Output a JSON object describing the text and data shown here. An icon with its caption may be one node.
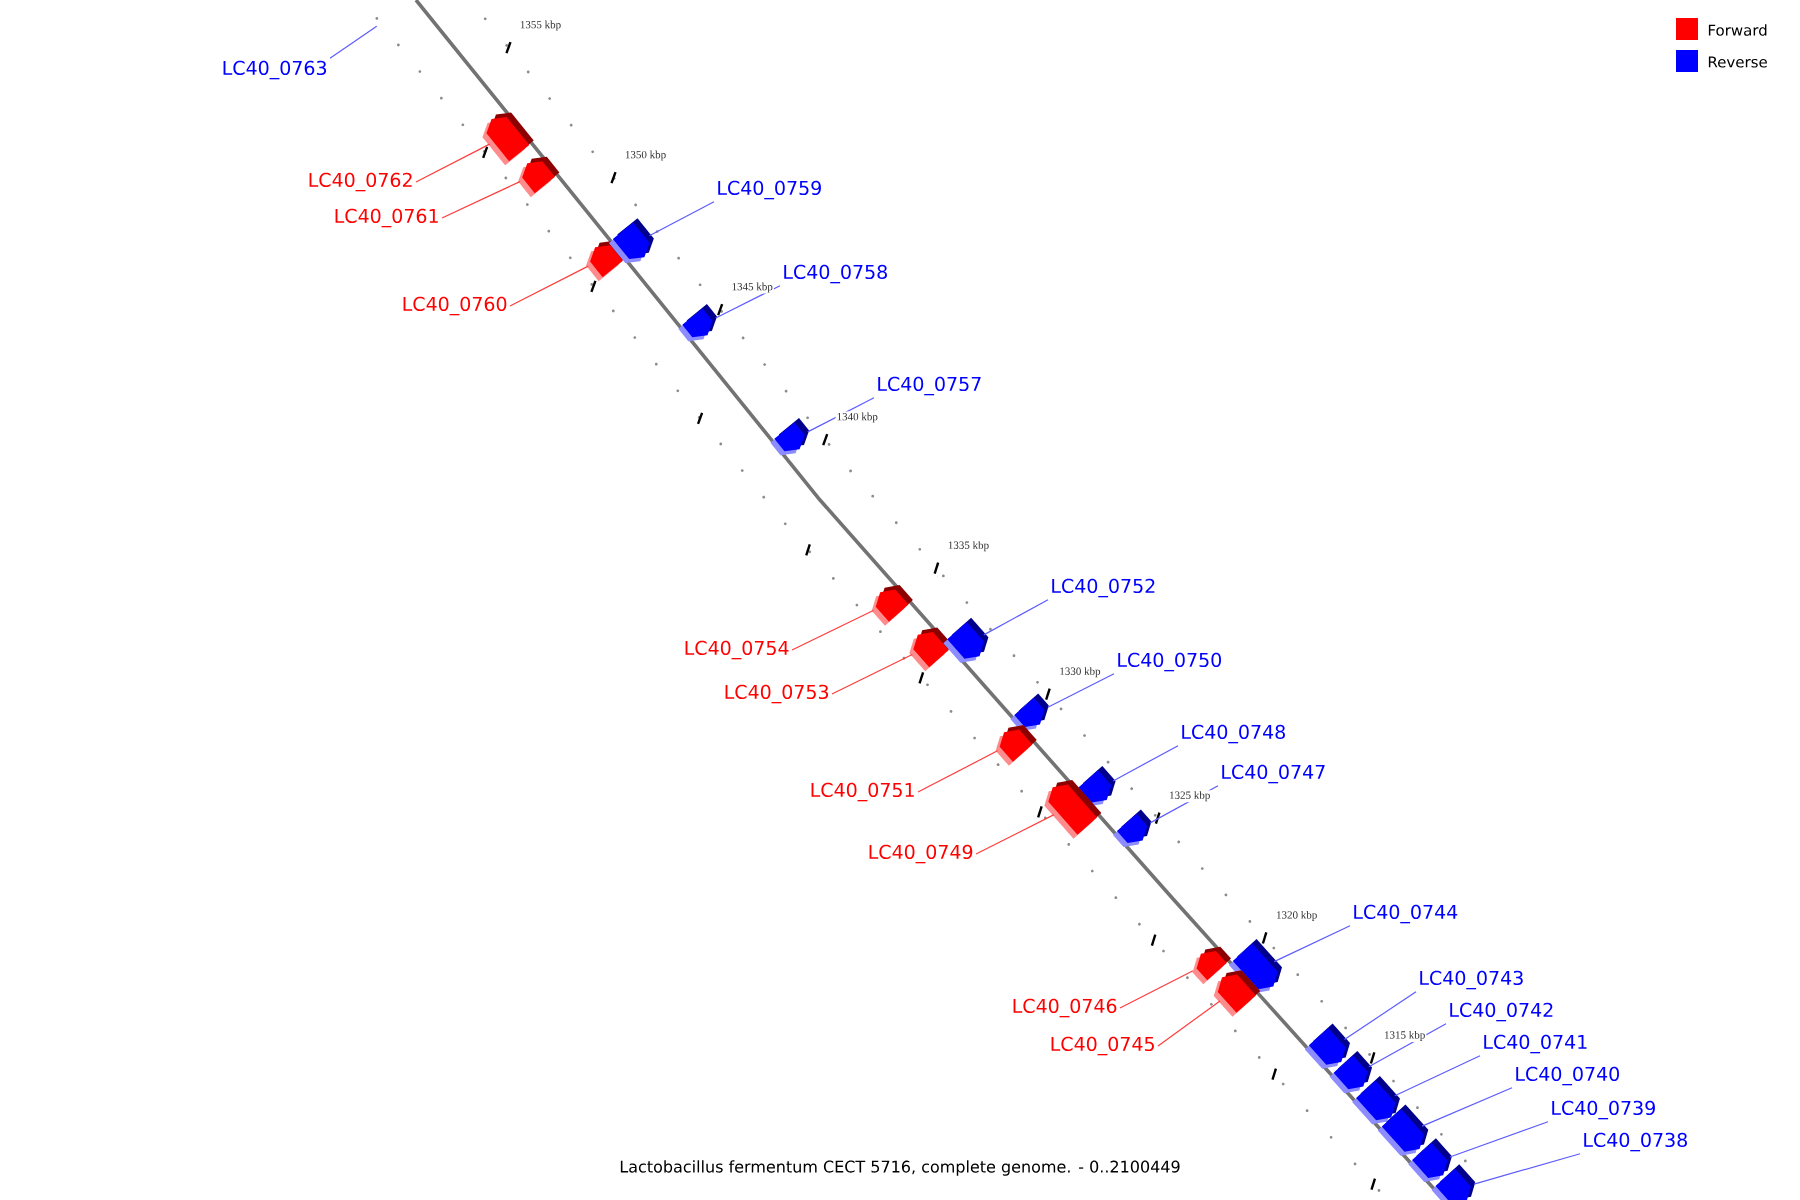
{
  "diagram": {
    "caption": "Lactobacillus fermentum CECT 5716, complete genome. - 0..2100449",
    "nodes": [
      {
        "text": [
          "LC40_0763"
        ]
      },
      {
        "text": [
          "LC40_0762"
        ]
      },
      {
        "text": [],
        "shape": "box"
      },
      {
        "text": [
          "LC40_0761"
        ]
      },
      {
        "text": [],
        "shape": "box"
      },
      {
        "text": [
          "LC40_0760"
        ]
      },
      {
        "text": [],
        "shape": "box"
      },
      {
        "text": [
          "LC40_0759"
        ]
      },
      {
        "text": [],
        "shape": "box"
      },
      {
        "text": [
          "LC40_0758"
        ]
      },
      {
        "text": [],
        "shape": "box"
      },
      {
        "text": [
          "LC40_0757"
        ]
      },
      {
        "text": [],
        "shape": "box"
      },
      {
        "text": [
          "LC40_0754"
        ]
      },
      {
        "text": [],
        "shape": "box"
      },
      {
        "text": [
          "LC40_0753"
        ]
      },
      {
        "text": [],
        "shape": "box"
      },
      {
        "text": [
          "LC40_0752"
        ]
      },
      {
        "text": [],
        "shape": "box"
      },
      {
        "text": [
          "LC40_0750"
        ]
      },
      {
        "text": [],
        "shape": "box"
      },
      {
        "text": [
          "LC40_0751"
        ]
      },
      {
        "text": [],
        "shape": "box"
      },
      {
        "text": [
          "LC40_0748"
        ]
      },
      {
        "text": [],
        "shape": "box"
      },
      {
        "text": [
          "LC40_0749"
        ]
      },
      {
        "text": [],
        "shape": "box"
      },
      {
        "text": [
          "LC40_0747"
        ]
      },
      {
        "text": [],
        "shape": "box"
      },
      {
        "text": [
          "LC40_0744"
        ]
      },
      {
        "text": [],
        "shape": "box"
      },
      {
        "text": [
          "LC40_0746"
        ]
      },
      {
        "text": [],
        "shape": "box"
      },
      {
        "text": [
          "LC40_0745"
        ]
      },
      {
        "text": [],
        "shape": "box"
      },
      {
        "text": [
          "LC40_0743"
        ]
      },
      {
        "text": [],
        "shape": "box"
      },
      {
        "text": [
          "LC40_0742"
        ]
      },
      {
        "text": [],
        "shape": "box"
      },
      {
        "text": [
          "LC40_0741"
        ]
      },
      {
        "text": [],
        "shape": "box"
      },
      {
        "text": [
          "LC40_0740"
        ]
      },
      {
        "text": [],
        "shape": "box"
      },
      {
        "text": [
          "LC40_0739"
        ]
      },
      {
        "text": [],
        "shape": "box"
      },
      {
        "text": [
          "LC40_0738"
        ]
      },
      {
        "text": [],
        "shape": "box"
      }
    ],
    "edges": [
      {
        "from": 0,
        "to": null,
        "arrow": "none",
        "color": "#5c5cff"
      },
      {
        "from": 1,
        "to": 2,
        "arrow": "none",
        "color": "#ff3c3c"
      },
      {
        "from": 3,
        "to": 4,
        "arrow": "none",
        "color": "#ff3c3c"
      },
      {
        "from": 5,
        "to": 6,
        "arrow": "none",
        "color": "#ff3c3c"
      },
      {
        "from": 7,
        "to": 8,
        "arrow": "none",
        "color": "#5c5cff"
      },
      {
        "from": 9,
        "to": 10,
        "arrow": "none",
        "color": "#5c5cff"
      },
      {
        "from": 11,
        "to": 12,
        "arrow": "none",
        "color": "#5c5cff"
      },
      {
        "from": 13,
        "to": 14,
        "arrow": "none",
        "color": "#ff3c3c"
      },
      {
        "from": 15,
        "to": 16,
        "arrow": "none",
        "color": "#ff3c3c"
      },
      {
        "from": 17,
        "to": 18,
        "arrow": "none",
        "color": "#5c5cff"
      },
      {
        "from": 19,
        "to": 20,
        "arrow": "none",
        "color": "#5c5cff"
      },
      {
        "from": 21,
        "to": 22,
        "arrow": "none",
        "color": "#ff3c3c"
      },
      {
        "from": 23,
        "to": 24,
        "arrow": "none",
        "color": "#5c5cff"
      },
      {
        "from": 25,
        "to": 26,
        "arrow": "none",
        "color": "#ff3c3c"
      },
      {
        "from": 27,
        "to": 28,
        "arrow": "none",
        "color": "#5c5cff"
      },
      {
        "from": 29,
        "to": 30,
        "arrow": "none",
        "color": "#5c5cff"
      },
      {
        "from": 31,
        "to": 32,
        "arrow": "none",
        "color": "#ff3c3c"
      },
      {
        "from": 33,
        "to": 34,
        "arrow": "none",
        "color": "#ff3c3c"
      },
      {
        "from": 35,
        "to": 36,
        "arrow": "none",
        "color": "#5c5cff"
      },
      {
        "from": 37,
        "to": 38,
        "arrow": "none",
        "color": "#5c5cff"
      },
      {
        "from": 39,
        "to": 40,
        "arrow": "none",
        "color": "#5c5cff"
      },
      {
        "from": 41,
        "to": 42,
        "arrow": "none",
        "color": "#5c5cff"
      },
      {
        "from": 43,
        "to": 44,
        "arrow": "none",
        "color": "#5c5cff"
      },
      {
        "from": 45,
        "to": 46,
        "arrow": "none",
        "color": "#5c5cff"
      }
    ],
    "labels": [
      "1355 kbp",
      "1350 kbp",
      "1345 kbp",
      "1340 kbp",
      "1335 kbp",
      "1330 kbp",
      "1325 kbp",
      "1320 kbp",
      "1315 kbp"
    ],
    "legend": [
      {
        "text": "Forward",
        "color": "#ff0000"
      },
      {
        "text": "Reverse",
        "color": "#0000ff"
      }
    ]
  }
}
